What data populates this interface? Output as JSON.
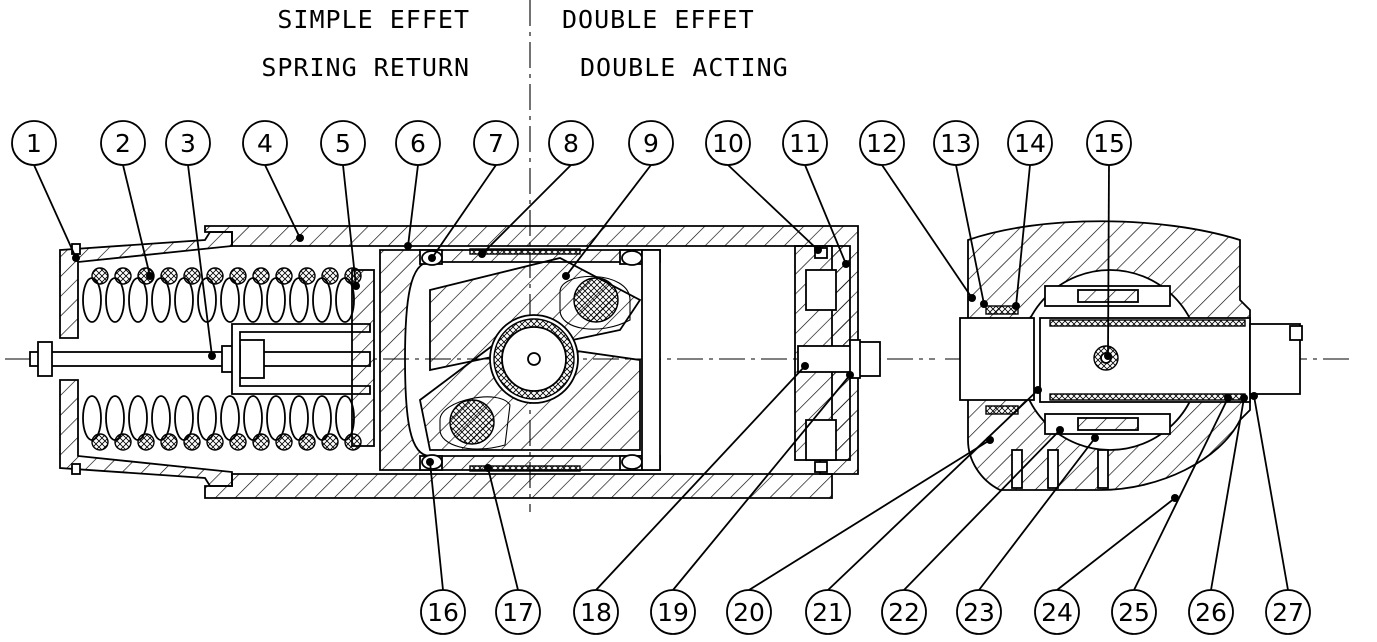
{
  "header": {
    "left_line1": "SIMPLE EFFET",
    "left_line2": "SPRING RETURN",
    "right_line1": "DOUBLE EFFET",
    "right_line2": "DOUBLE ACTING"
  },
  "balloons": {
    "top": [
      "1",
      "2",
      "3",
      "4",
      "5",
      "6",
      "7",
      "8",
      "9",
      "10",
      "11",
      "12",
      "13",
      "14",
      "15"
    ],
    "bottom": [
      "16",
      "17",
      "18",
      "19",
      "20",
      "21",
      "22",
      "23",
      "24",
      "25",
      "26",
      "27"
    ]
  },
  "colors": {
    "line": "#000000",
    "background": "#ffffff"
  }
}
